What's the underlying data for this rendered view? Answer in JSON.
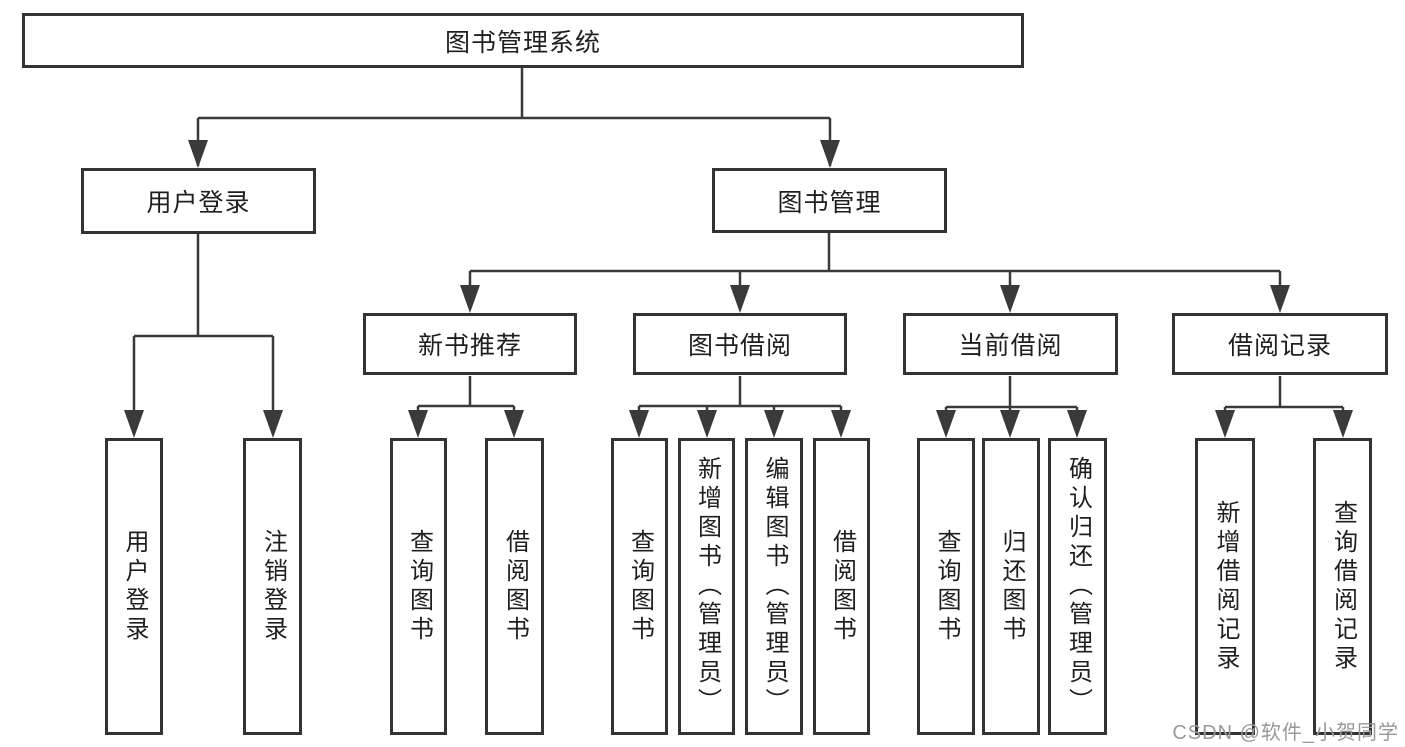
{
  "diagram": {
    "title": "图书管理系统",
    "type": "functional-structure-tree",
    "colors": {
      "line": "#3a3a3a",
      "border": "#333333",
      "text": "#1f1f1f",
      "watermark_text": "#999999",
      "background": "#ffffff"
    },
    "watermark": "CSDN @软件_小贺同学"
  },
  "nodes": {
    "root": {
      "label": "图书管理系统"
    },
    "user_login": {
      "label": "用户登录"
    },
    "book_mgmt": {
      "label": "图书管理"
    },
    "new_book_rec": {
      "label": "新书推荐"
    },
    "book_borrow": {
      "label": "图书借阅"
    },
    "current_borrow": {
      "label": "当前借阅"
    },
    "borrow_record": {
      "label": "借阅记录"
    },
    "leaves": {
      "login": "用户登录",
      "logout": "注销登录",
      "rec_query": "查询图书",
      "rec_borrow": "借阅图书",
      "bb_query": "查询图书",
      "bb_add": "新增图书（管理员）",
      "bb_edit": "编辑图书（管理员）",
      "bb_borrow": "借阅图书",
      "cb_query": "查询图书",
      "cb_return": "归还图书",
      "cb_confirm": "确认归还（管理员）",
      "br_add": "新增借阅记录",
      "br_query": "查询借阅记录"
    }
  },
  "hierarchy": {
    "图书管理系统": {
      "用户登录": [
        "用户登录",
        "注销登录"
      ],
      "图书管理": {
        "新书推荐": [
          "查询图书",
          "借阅图书"
        ],
        "图书借阅": [
          "查询图书",
          "新增图书（管理员）",
          "编辑图书（管理员）",
          "借阅图书"
        ],
        "当前借阅": [
          "查询图书",
          "归还图书",
          "确认归还（管理员）"
        ],
        "借阅记录": [
          "新增借阅记录",
          "查询借阅记录"
        ]
      }
    }
  }
}
